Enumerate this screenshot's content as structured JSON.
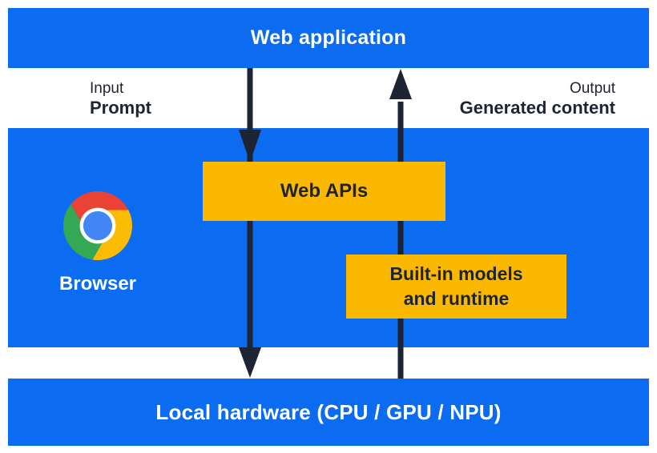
{
  "diagram": {
    "web_application": {
      "label": "Web application"
    },
    "io": {
      "input_label": "Input",
      "input_value": "Prompt",
      "output_label": "Output",
      "output_value": "Generated content"
    },
    "browser": {
      "label": "Browser",
      "logo": "chrome-logo"
    },
    "boxes": {
      "web_apis": "Web APIs",
      "builtin_line1": "Built-in models",
      "builtin_line2": "and runtime"
    },
    "local_hardware": {
      "label": "Local hardware (CPU / GPU / NPU)"
    },
    "arrows": {
      "down": "prompt-flow",
      "up": "generated-content-flow"
    }
  },
  "colors": {
    "panel_blue": "#0b6cf2",
    "box_yellow": "#fbb800",
    "arrow_navy": "#1d2433",
    "chrome_red": "#ea4335",
    "chrome_green": "#34a853",
    "chrome_yellow": "#fbbc05",
    "chrome_blue": "#4285f4"
  }
}
